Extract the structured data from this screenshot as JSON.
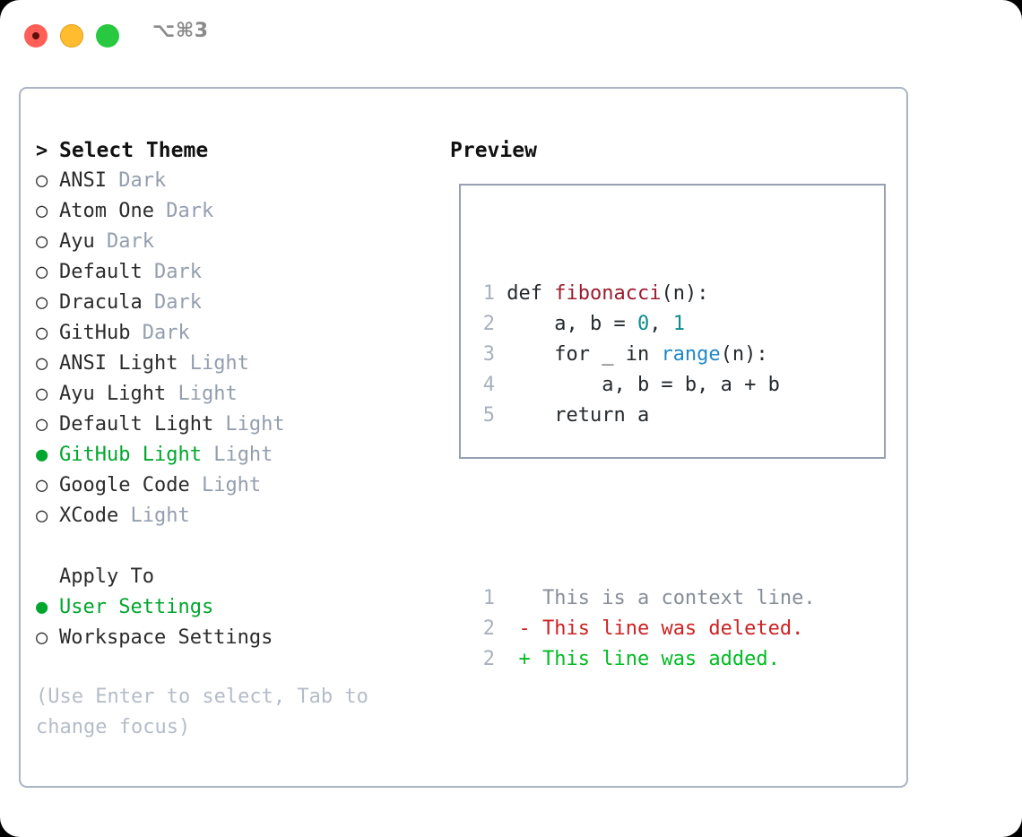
{
  "titlebar": {
    "shortcut": "⌥⌘3",
    "buttons": [
      {
        "name": "close",
        "color": "#ff5f57"
      },
      {
        "name": "minimize",
        "color": "#febc2e"
      },
      {
        "name": "zoom",
        "color": "#28c840"
      }
    ]
  },
  "colors": {
    "accent_green": "#00a62e",
    "muted": "#939eae",
    "hint": "#b4bcc8",
    "border": "#aab4c2",
    "preview_border": "#96a0b0",
    "token_function": "#9b1c2e",
    "token_number": "#0e8c8c",
    "token_call": "#2188c8",
    "diff_context": "#868e99",
    "diff_deleted": "#cc2222",
    "diff_added": "#00bb22"
  },
  "theme_list": {
    "header": "Select Theme",
    "header_marker": ">",
    "marker_unselected": "○",
    "marker_selected": "●",
    "items": [
      {
        "name": "ANSI",
        "variant": "Dark",
        "selected": false
      },
      {
        "name": "Atom One",
        "variant": "Dark",
        "selected": false
      },
      {
        "name": "Ayu",
        "variant": "Dark",
        "selected": false
      },
      {
        "name": "Default",
        "variant": "Dark",
        "selected": false
      },
      {
        "name": "Dracula",
        "variant": "Dark",
        "selected": false
      },
      {
        "name": "GitHub",
        "variant": "Dark",
        "selected": false
      },
      {
        "name": "ANSI Light",
        "variant": "Light",
        "selected": false
      },
      {
        "name": "Ayu Light",
        "variant": "Light",
        "selected": false
      },
      {
        "name": "Default Light",
        "variant": "Light",
        "selected": false
      },
      {
        "name": "GitHub Light",
        "variant": "Light",
        "selected": true
      },
      {
        "name": "Google Code",
        "variant": "Light",
        "selected": false
      },
      {
        "name": "XCode",
        "variant": "Light",
        "selected": false
      }
    ]
  },
  "apply_to": {
    "label": "Apply To",
    "options": [
      {
        "name": "User Settings",
        "selected": true
      },
      {
        "name": "Workspace Settings",
        "selected": false
      }
    ]
  },
  "hint": "(Use Enter to select, Tab to change focus)",
  "preview": {
    "title": "Preview",
    "code_lines": [
      {
        "num": "1",
        "tokens": [
          {
            "t": "def ",
            "cls": "code-txt"
          },
          {
            "t": "fibonacci",
            "cls": "tok-func"
          },
          {
            "t": "(n):",
            "cls": "code-txt"
          }
        ]
      },
      {
        "num": "2",
        "tokens": [
          {
            "t": "    a, b = ",
            "cls": "code-txt"
          },
          {
            "t": "0",
            "cls": "tok-num"
          },
          {
            "t": ", ",
            "cls": "code-txt"
          },
          {
            "t": "1",
            "cls": "tok-num"
          }
        ]
      },
      {
        "num": "3",
        "tokens": [
          {
            "t": "    for _ in ",
            "cls": "code-txt"
          },
          {
            "t": "range",
            "cls": "tok-call"
          },
          {
            "t": "(n):",
            "cls": "code-txt"
          }
        ]
      },
      {
        "num": "4",
        "tokens": [
          {
            "t": "        a, b = b, a + b",
            "cls": "code-txt"
          }
        ]
      },
      {
        "num": "5",
        "tokens": [
          {
            "t": "    return a",
            "cls": "code-txt"
          }
        ]
      }
    ],
    "diff_lines": [
      {
        "num": "1",
        "sign": " ",
        "text": " This is a context line.",
        "cls": "diff-ctx"
      },
      {
        "num": "2",
        "sign": "-",
        "text": " This line was deleted.",
        "cls": "diff-del"
      },
      {
        "num": "2",
        "sign": "+",
        "text": " This line was added.",
        "cls": "diff-add"
      }
    ]
  }
}
